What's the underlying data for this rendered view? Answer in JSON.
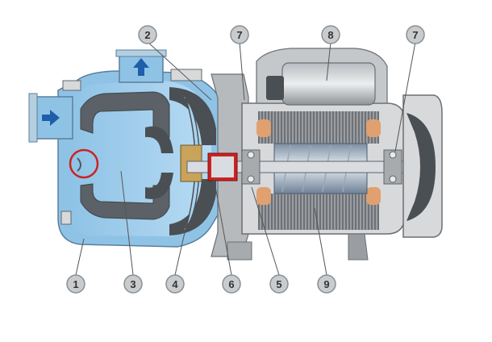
{
  "callouts": {
    "c1": "1",
    "c2": "2",
    "c3": "3",
    "c4": "4",
    "c5": "5",
    "c6": "6",
    "c7a": "7",
    "c7b": "7",
    "c8": "8",
    "c9": "9"
  },
  "colors": {
    "housing_blue": "#8fc3e6",
    "water_blue": "#a9d3f0",
    "dark_gray": "#555a5e",
    "mid_gray": "#a7abae",
    "light_gray": "#d7d9db",
    "copper": "#e0a070",
    "red_seal": "#cc2222",
    "arrow_blue": "#1f5ea8",
    "callout_fill": "#c9ccce",
    "callout_stroke": "#8a8f93"
  }
}
